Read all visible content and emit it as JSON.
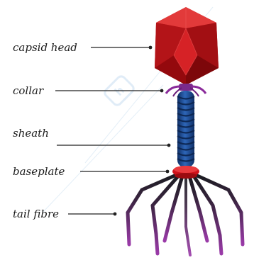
{
  "labels": {
    "capsid_head": "capsid head",
    "collar": "collar",
    "sheath": "sheath",
    "baseplate": "baseplate",
    "tail_fibre": "tail fibre"
  },
  "colors": {
    "capsid": "#c8161b",
    "capsid_dark": "#8e0b0e",
    "collar": "#8a2a9a",
    "sheath": "#1f4f9a",
    "sheath_dark": "#13356d",
    "baseplate": "#d0121a",
    "fibre_purple": "#7a2a8c",
    "fibre_dark": "#1e1e24",
    "leader_line": "#222222"
  }
}
